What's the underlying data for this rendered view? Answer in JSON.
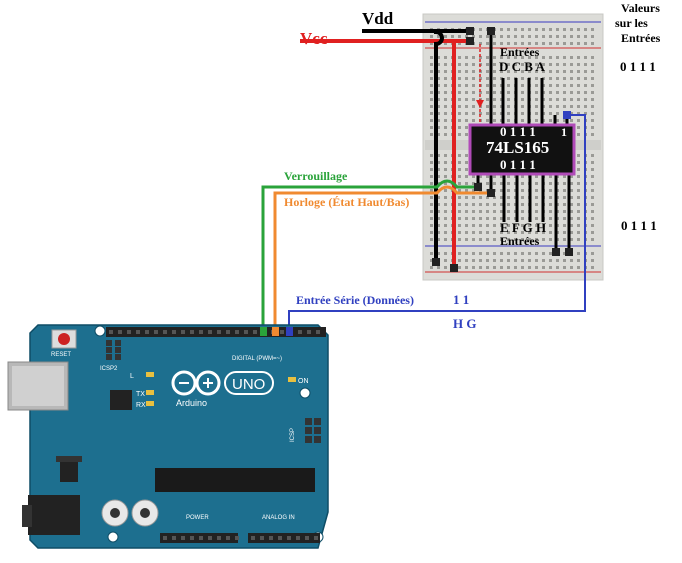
{
  "labels": {
    "vdd": "Vdd",
    "vcc": "Vcc",
    "valeurs_title": [
      "Valeurs",
      "sur les",
      "Entrées"
    ],
    "valeurs_top": "0 1 1 1",
    "valeurs_bottom": "0 1 1 1",
    "entrees_top_title": "Entrées",
    "entrees_top_letters": "D C B A",
    "entrees_bottom_letters": "E F G H",
    "entrees_bottom_title": "Entrées",
    "chip_name": "74LS165",
    "chip_top_bits": "0 1 1 1",
    "chip_bottom_bits": "0 1 1 1",
    "chip_side_bit": "1",
    "verrouillage": "Verrouillage",
    "horloge": "Horloge  (État Haut/Bas)",
    "entree_serie": "Entrée Série (Données)",
    "serial_bits": "1  1",
    "serial_letters": "H G"
  },
  "arduino": {
    "logo_text": "UNO",
    "brand": "Arduino",
    "reset": "RESET",
    "icsp2": "ICSP2",
    "icsp": "ICSP",
    "digital": "DIGITAL (PWM=~)",
    "power": "POWER",
    "analog": "ANALOG IN",
    "led_l": "L",
    "led_tx": "TX",
    "led_rx": "RX",
    "led_on": "ON"
  },
  "colors": {
    "vcc_wire": "#e02020",
    "vdd_wire": "#000000",
    "verrouillage_wire": "#2aa33a",
    "horloge_wire": "#f08a30",
    "serial_wire": "#3040c0",
    "chip_border": "#b04ab8",
    "board": "#1d6f8f"
  }
}
